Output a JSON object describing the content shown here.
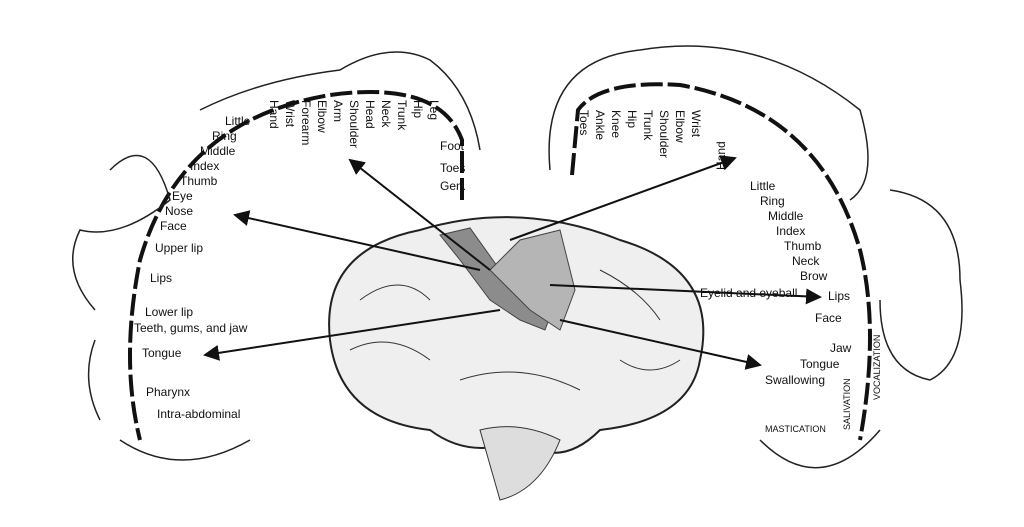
{
  "sensory_labels": [
    "Gen.",
    "Toes",
    "Foot",
    "Leg",
    "Hip",
    "Trunk",
    "Neck",
    "Head",
    "Shoulder",
    "Arm",
    "Elbow",
    "Forearm",
    "Wrist",
    "Hand",
    "Little",
    "Ring",
    "Middle",
    "Index",
    "Thumb",
    "Eye",
    "Nose",
    "Face",
    "Upper lip",
    "Lips",
    "Lower lip",
    "Teeth, gums, and jaw",
    "Tongue",
    "Pharynx",
    "Intra-abdominal"
  ],
  "motor_labels": [
    "Toes",
    "Ankle",
    "Knee",
    "Hip",
    "Trunk",
    "Shoulder",
    "Elbow",
    "Wrist",
    "Hand",
    "Little",
    "Ring",
    "Middle",
    "Index",
    "Thumb",
    "Neck",
    "Brow",
    "Eyelid and eyeball",
    "Face",
    "Lips",
    "Jaw",
    "Tongue",
    "Swallowing",
    "MASTICATION",
    "SALIVATION",
    "VOCALIZATION"
  ],
  "colors": {
    "ink": "#111111",
    "cortex_highlight": "#8c8c8c",
    "brain_fill": "#efefef"
  }
}
